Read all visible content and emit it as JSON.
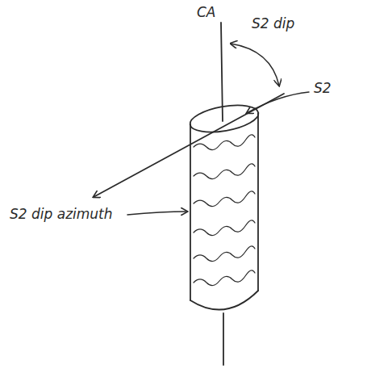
{
  "diagram": {
    "labels": [
      "CA",
      "S2 dip",
      "S2",
      "S2 dip azimuth"
    ]
  }
}
